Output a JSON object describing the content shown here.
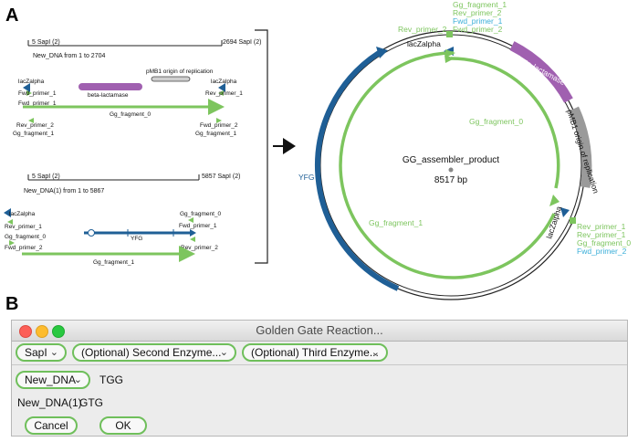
{
  "panel_a": {
    "label": "A",
    "map1": {
      "left_site": "5 SapI (2)",
      "right_site": "2694 SapI (2)",
      "name": "New_DNA from 1 to 2704",
      "origin": "pMB1 origin of replication",
      "betalac": "beta-lactamase",
      "lacz_left": "lacZalpha",
      "lacz_right": "lacZalpha",
      "fwd1_left": "Fwd_primer_1",
      "fwd1_left_b": "Fwd_primer_1",
      "rev1_right": "Rev_primer_1",
      "fragment": "Gg_fragment_0",
      "rev2_left": "Rev_primer_2",
      "gg1_left": "Gg_fragment_1",
      "fwd2_right": "Fwd_primer_2",
      "gg1_right": "Gg_fragment_1"
    },
    "map2": {
      "left_site": "5 SapI (2)",
      "right_site": "5857 SapI (2)",
      "name": "New_DNA(1) from 1 to 5867",
      "lacz": "lacZalpha",
      "rev1": "Rev_primer_1",
      "gg0_left": "Gg_fragment_0",
      "fwd2_left": "Fwd_primer_2",
      "yfg": "YFG",
      "gg0_right": "Gg_fragment_0",
      "fwd1_right": "Fwd_primer_1",
      "rev2_right": "Rev_primer_2",
      "fragment": "Gg_fragment_1"
    },
    "plasmid": {
      "name": "GG_assembler_product",
      "size": "8517 bp",
      "top_gg1": "Gg_fragment_1",
      "top_rev2": "Rev_primer_2",
      "top_fwd1": "Fwd_primer_1",
      "top_fwd2": "Fwd_primer_2",
      "rev2_left": "Rev_primer_2",
      "lacz_top": "lacZalpha",
      "betalac": "beta-lactamase",
      "origin": "pMB1 origin of replication",
      "gg0": "Gg_fragment_0",
      "yfg": "YFG",
      "gg1": "Gg_fragment_1",
      "lacz_right": "lacZalpha",
      "r_rev1a": "Rev_primer_1",
      "r_rev1b": "Rev_primer_1",
      "r_gg0": "Gg_fragment_0",
      "r_fwd2": "Fwd_primer_2"
    },
    "colors": {
      "green": "#7dc55e",
      "blue": "#1f5f96",
      "purple": "#a060b0",
      "gray": "#9a9a9a",
      "cyan": "#3aaed8"
    }
  },
  "panel_b": {
    "label": "B",
    "dialog_title": "Golden Gate Reaction...",
    "enzyme1": "SapI",
    "enzyme2": "(Optional) Second Enzyme...",
    "enzyme3": "(Optional) Third Enzyme...",
    "dna_select": "New_DNA",
    "dna_overhang": "TGG",
    "dna2_name": "New_DNA(1)",
    "dna2_overhang": "GTG",
    "cancel": "Cancel",
    "ok": "OK",
    "chevron": "⌄"
  }
}
